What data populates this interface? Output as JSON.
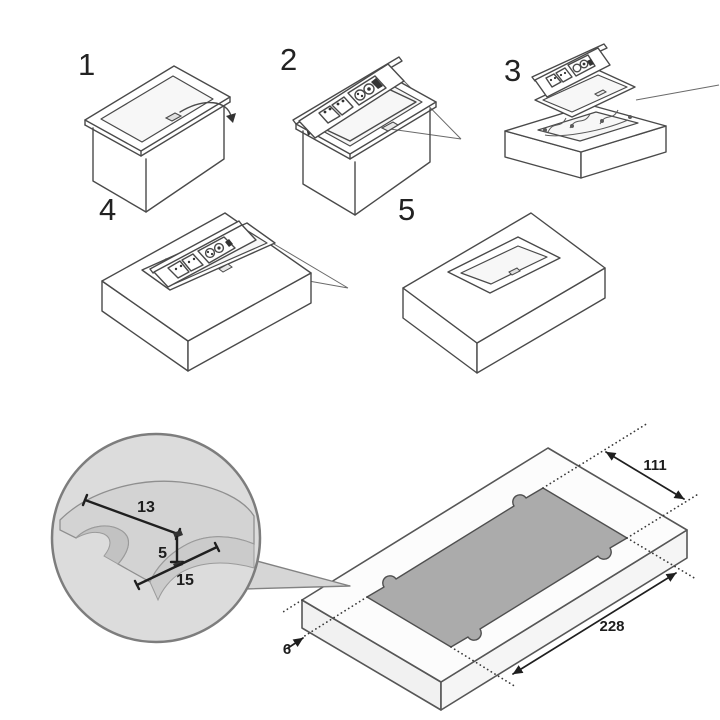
{
  "steps": [
    {
      "number": "1"
    },
    {
      "number": "2"
    },
    {
      "number": "3"
    },
    {
      "number": "4"
    },
    {
      "number": "5"
    }
  ],
  "detail_view": {
    "dim_top": "13",
    "dim_vertical": "5",
    "dim_bottom": "15"
  },
  "panel_view": {
    "dim_width": "111",
    "dim_length": "228",
    "dim_edge": "6"
  },
  "colors": {
    "background": "#ffffff",
    "line": "#4a4a4a",
    "dimension_line": "#1f1f1f",
    "magnifier_fill": "#dcdcdc",
    "magnifier_stroke": "#7d7d7d",
    "cutout_fill": "#ababab",
    "panel_top": "#fcfcfc",
    "panel_side_left": "#f1f1f1",
    "panel_side_right": "#f5f5f5"
  }
}
